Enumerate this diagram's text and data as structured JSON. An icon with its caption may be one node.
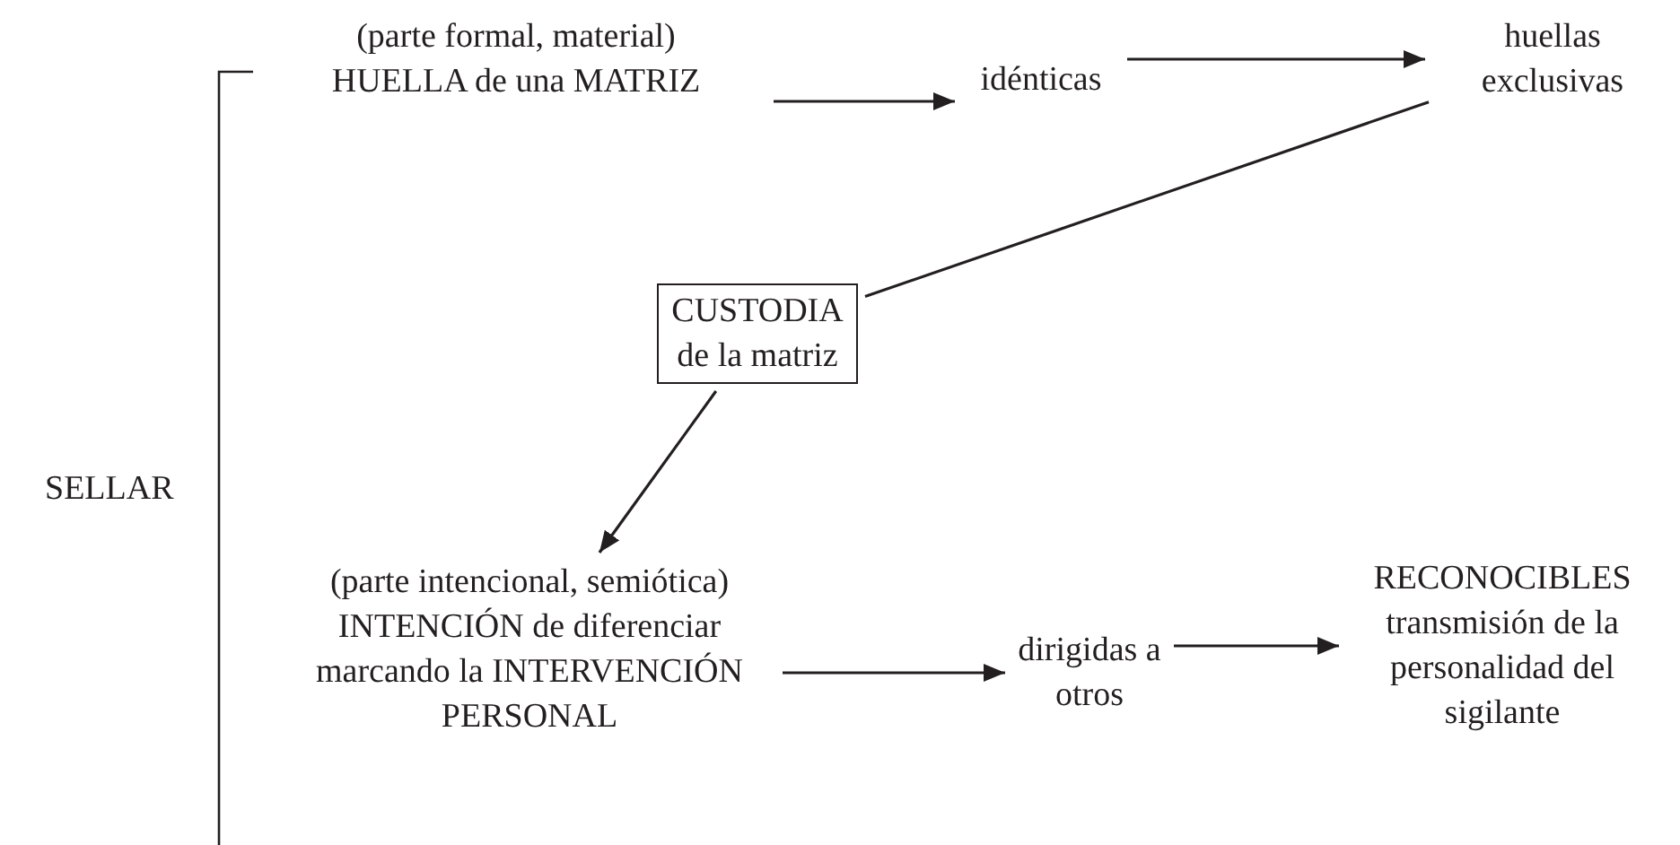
{
  "diagram": {
    "nodes": [
      {
        "text": [
          "(parte formal, material)",
          "HUELLA de una MATRIZ"
        ]
      },
      {
        "text": [
          "idénticas"
        ]
      },
      {
        "text": [
          "huellas exclusivas"
        ]
      },
      {
        "text": [
          "CUSTODIA de la matriz"
        ]
      },
      {
        "text": [
          "(parte intencional, semiótica)",
          "INTENCIÓN de diferenciar marcando la INTERVENCIÓN PERSONAL"
        ]
      },
      {
        "text": [
          "dirigidas a otros"
        ]
      },
      {
        "text": [
          "RECONOCIBLES",
          "transmisión de la personalidad del sigilante"
        ]
      }
    ],
    "edges": [
      {
        "from": 0,
        "to": 1,
        "arrow": "to"
      },
      {
        "from": 1,
        "to": 2,
        "arrow": "to"
      },
      {
        "from": 2,
        "to": 3,
        "arrow": "none"
      },
      {
        "from": 3,
        "to": 4,
        "arrow": "to"
      },
      {
        "from": 4,
        "to": 5,
        "arrow": "to"
      },
      {
        "from": 5,
        "to": 6,
        "arrow": "to"
      }
    ],
    "labels": [
      "SELLAR"
    ]
  }
}
